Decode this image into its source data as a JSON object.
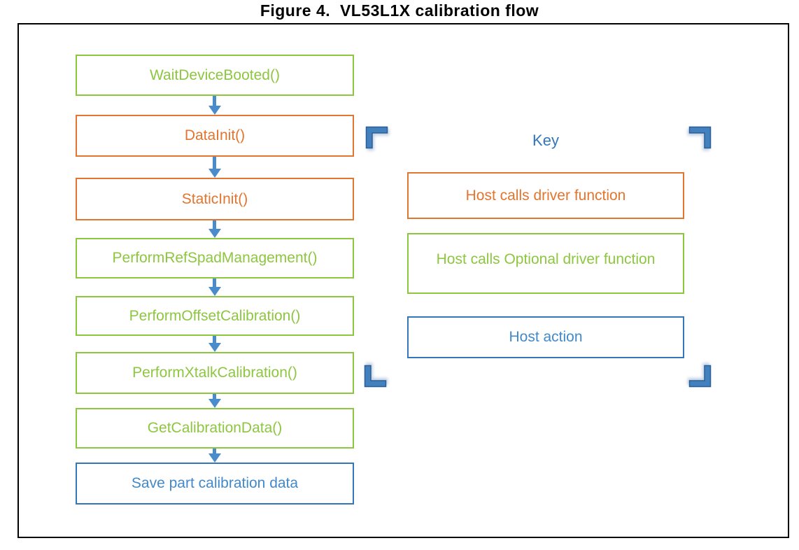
{
  "title": "Figure 4.  VL53L1X calibration flow",
  "colors": {
    "green": "#8DC63F",
    "orange": "#E2752F",
    "blue": "#3377BA",
    "blue-text": "#4289CB",
    "arrow": "#4A8CCB",
    "bracket-fill": "#4380BE",
    "bracket-stroke": "#2C5F97",
    "frame": "#000000"
  },
  "flow": {
    "steps": [
      {
        "label": "WaitDeviceBooted()",
        "type": "optional-driver-call"
      },
      {
        "label": "DataInit()",
        "type": "driver-call"
      },
      {
        "label": "StaticInit()",
        "type": "driver-call"
      },
      {
        "label": "PerformRefSpadManagement()",
        "type": "optional-driver-call"
      },
      {
        "label": "PerformOffsetCalibration()",
        "type": "optional-driver-call"
      },
      {
        "label": "PerformXtalkCalibration()",
        "type": "optional-driver-call"
      },
      {
        "label": "GetCalibrationData()",
        "type": "optional-driver-call"
      },
      {
        "label": "Save part calibration data",
        "type": "host-action"
      }
    ]
  },
  "key": {
    "title": "Key",
    "items": [
      {
        "label": "Host calls driver function",
        "type": "driver-call"
      },
      {
        "label": "Host calls Optional driver function",
        "type": "optional-driver-call"
      },
      {
        "label": "Host action",
        "type": "host-action"
      }
    ]
  }
}
